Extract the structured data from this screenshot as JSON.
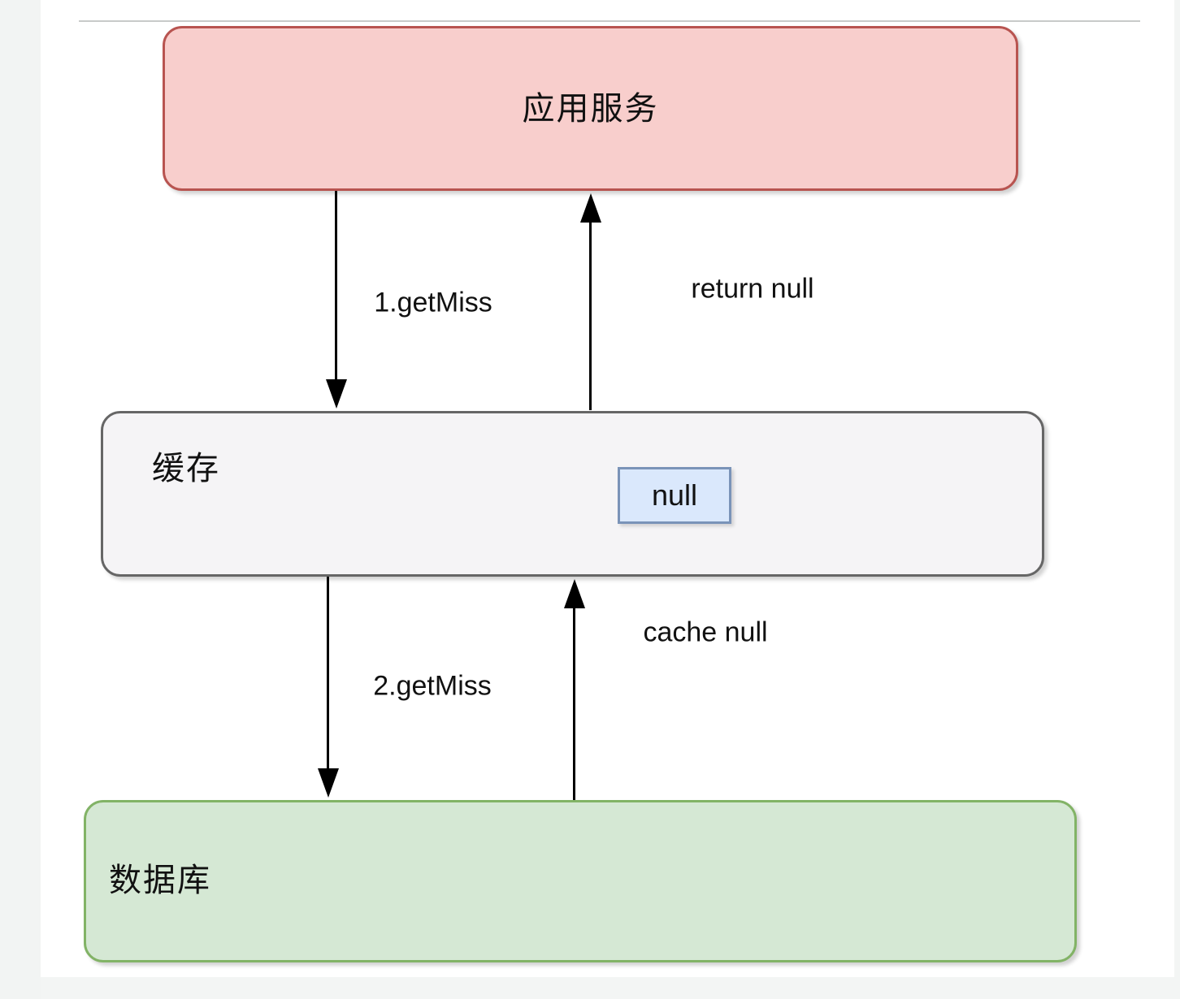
{
  "page": {
    "background_color": "#ffffff",
    "left_strip_color": "#f2f4f3",
    "bottom_strip_color": "#f3f5f4",
    "divider_color": "#c8cac9"
  },
  "diagram": {
    "nodes": {
      "app_service": {
        "label": "应用服务",
        "fill": "#f8cecc",
        "stroke": "#b85450"
      },
      "cache": {
        "label": "缓存",
        "fill": "#f5f4f6",
        "stroke": "#666666"
      },
      "null_value": {
        "label": "null",
        "fill": "#dae8fc",
        "stroke": "#6c8ebf"
      },
      "database": {
        "label": "数据库",
        "fill": "#d5e8d4",
        "stroke": "#82b366"
      }
    },
    "edges": [
      {
        "label": "1.getMiss",
        "from": "app_service",
        "to": "cache",
        "direction": "down"
      },
      {
        "label": "return null",
        "from": "cache",
        "to": "app_service",
        "direction": "up"
      },
      {
        "label": "2.getMiss",
        "from": "cache",
        "to": "database",
        "direction": "down"
      },
      {
        "label": "cache null",
        "from": "database",
        "to": "cache",
        "direction": "up"
      }
    ]
  }
}
